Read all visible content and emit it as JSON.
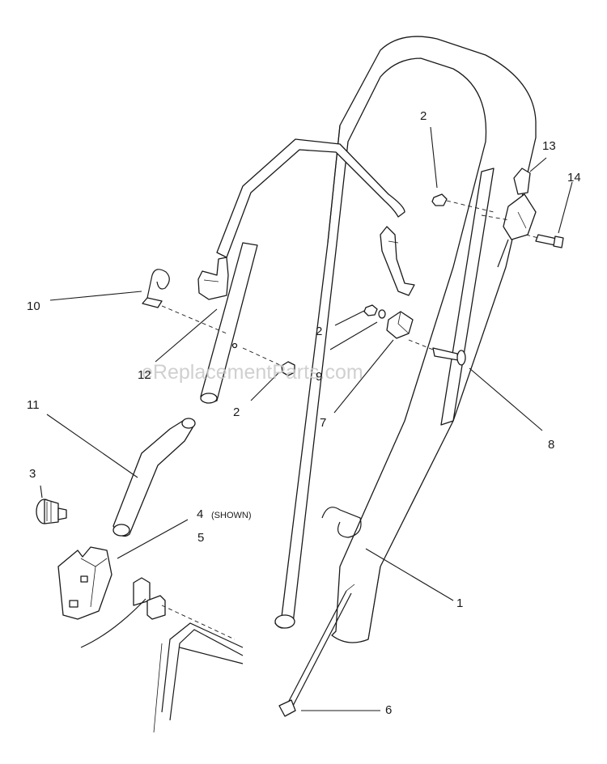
{
  "watermark": "eReplacementParts.com",
  "callouts": {
    "c1": "1",
    "c2a": "2",
    "c2b": "2",
    "c2c": "2",
    "c3": "3",
    "c4": "4",
    "c4_note": "(SHOWN)",
    "c5": "5",
    "c6": "6",
    "c7": "7",
    "c8": "8",
    "c9": "9",
    "c10": "10",
    "c11": "11",
    "c12": "12",
    "c13": "13",
    "c14": "14"
  },
  "colors": {
    "line": "#1a1a1a",
    "watermark": "#c8c8c8",
    "background": "#ffffff"
  }
}
